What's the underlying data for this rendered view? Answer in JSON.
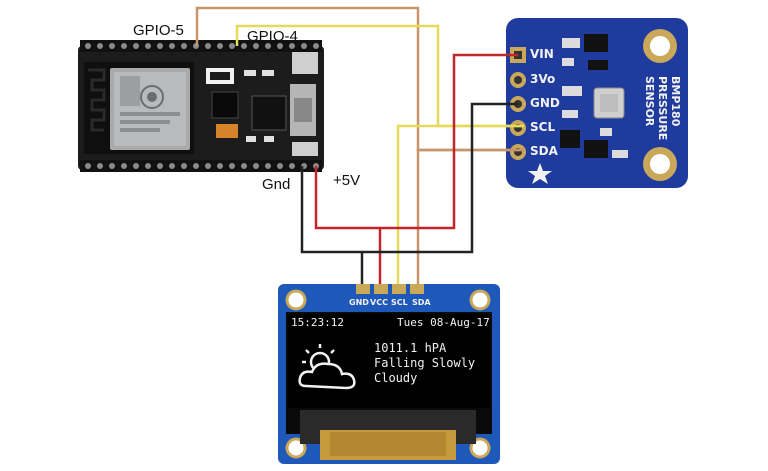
{
  "esp32": {
    "label_gpio5": "GPIO-5",
    "label_gpio4": "GPIO-4",
    "label_gnd": "Gnd",
    "label_5v": "+5V"
  },
  "bmp180": {
    "title_line1": "BMP180",
    "title_line2": "PRESSURE",
    "title_line3": "SENSOR",
    "pins": [
      "VIN",
      "3Vo",
      "GND",
      "SCL",
      "SDA"
    ]
  },
  "oled": {
    "pins": [
      "GND",
      "VCC",
      "SCL",
      "SDA"
    ],
    "time": "15:23:12",
    "date": "Tues 08-Aug-17",
    "pressure": "1011.1 hPA",
    "trend": "Falling Slowly",
    "condition": "Cloudy",
    "weather_icon": "cloudy-sun-icon"
  },
  "colors": {
    "board_black": "#1c1c1c",
    "bmp_blue": "#1f3b9e",
    "oled_blue": "#1e58b8",
    "wire_red": "#c0262c",
    "wire_black": "#222222",
    "wire_yellow": "#e6da5a",
    "wire_tan": "#c8946a"
  }
}
